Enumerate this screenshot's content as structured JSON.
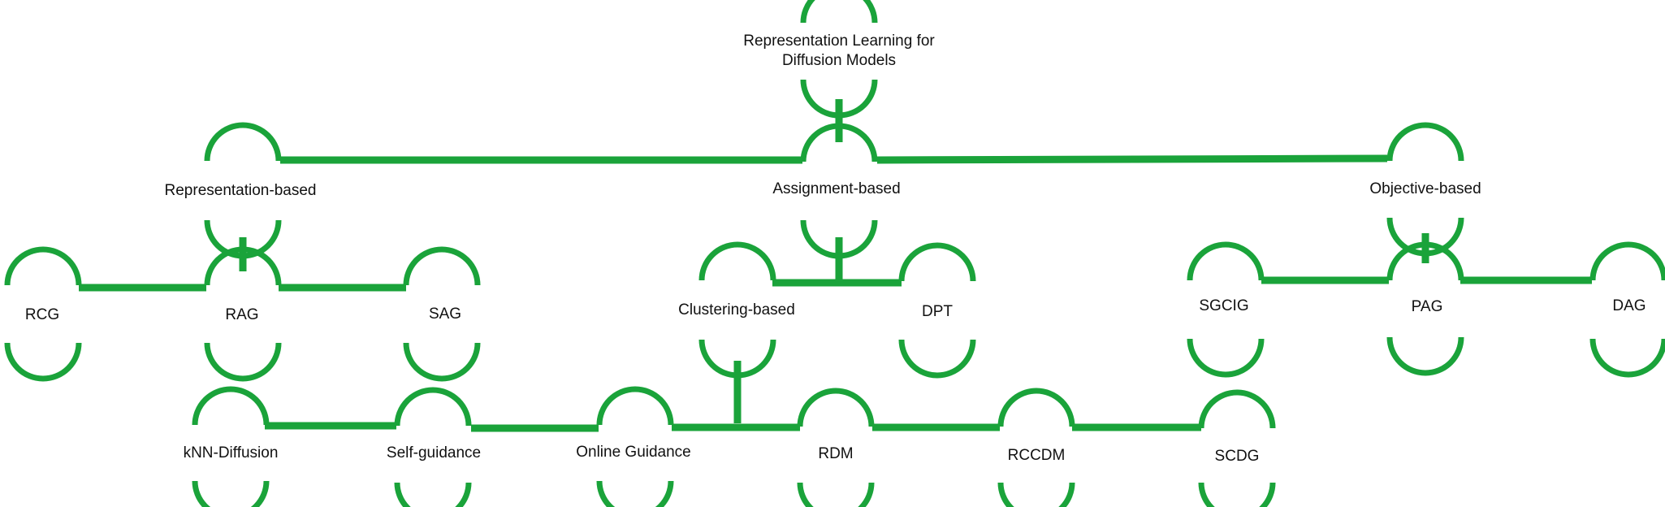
{
  "accent_color": "#1aa33a",
  "text_color": "#111111",
  "nodes": {
    "root": {
      "label_lines": [
        "Representation Learning for",
        "Diffusion Models"
      ]
    },
    "representation_based": {
      "label": "Representation-based"
    },
    "assignment_based": {
      "label": "Assignment-based"
    },
    "objective_based": {
      "label": "Objective-based"
    },
    "rcg": {
      "label": "RCG"
    },
    "rag": {
      "label": "RAG"
    },
    "sag": {
      "label": "SAG"
    },
    "clustering_based": {
      "label": "Clustering-based"
    },
    "dpt": {
      "label": "DPT"
    },
    "sgcig": {
      "label": "SGCIG"
    },
    "pag": {
      "label": "PAG"
    },
    "dag": {
      "label": "DAG"
    },
    "knn_diffusion": {
      "label": "kNN-Diffusion"
    },
    "self_guidance": {
      "label": "Self-guidance"
    },
    "online_guidance": {
      "label": "Online Guidance"
    },
    "rdm": {
      "label": "RDM"
    },
    "rccdm": {
      "label": "RCCDM"
    },
    "scdg": {
      "label": "SCDG"
    }
  }
}
